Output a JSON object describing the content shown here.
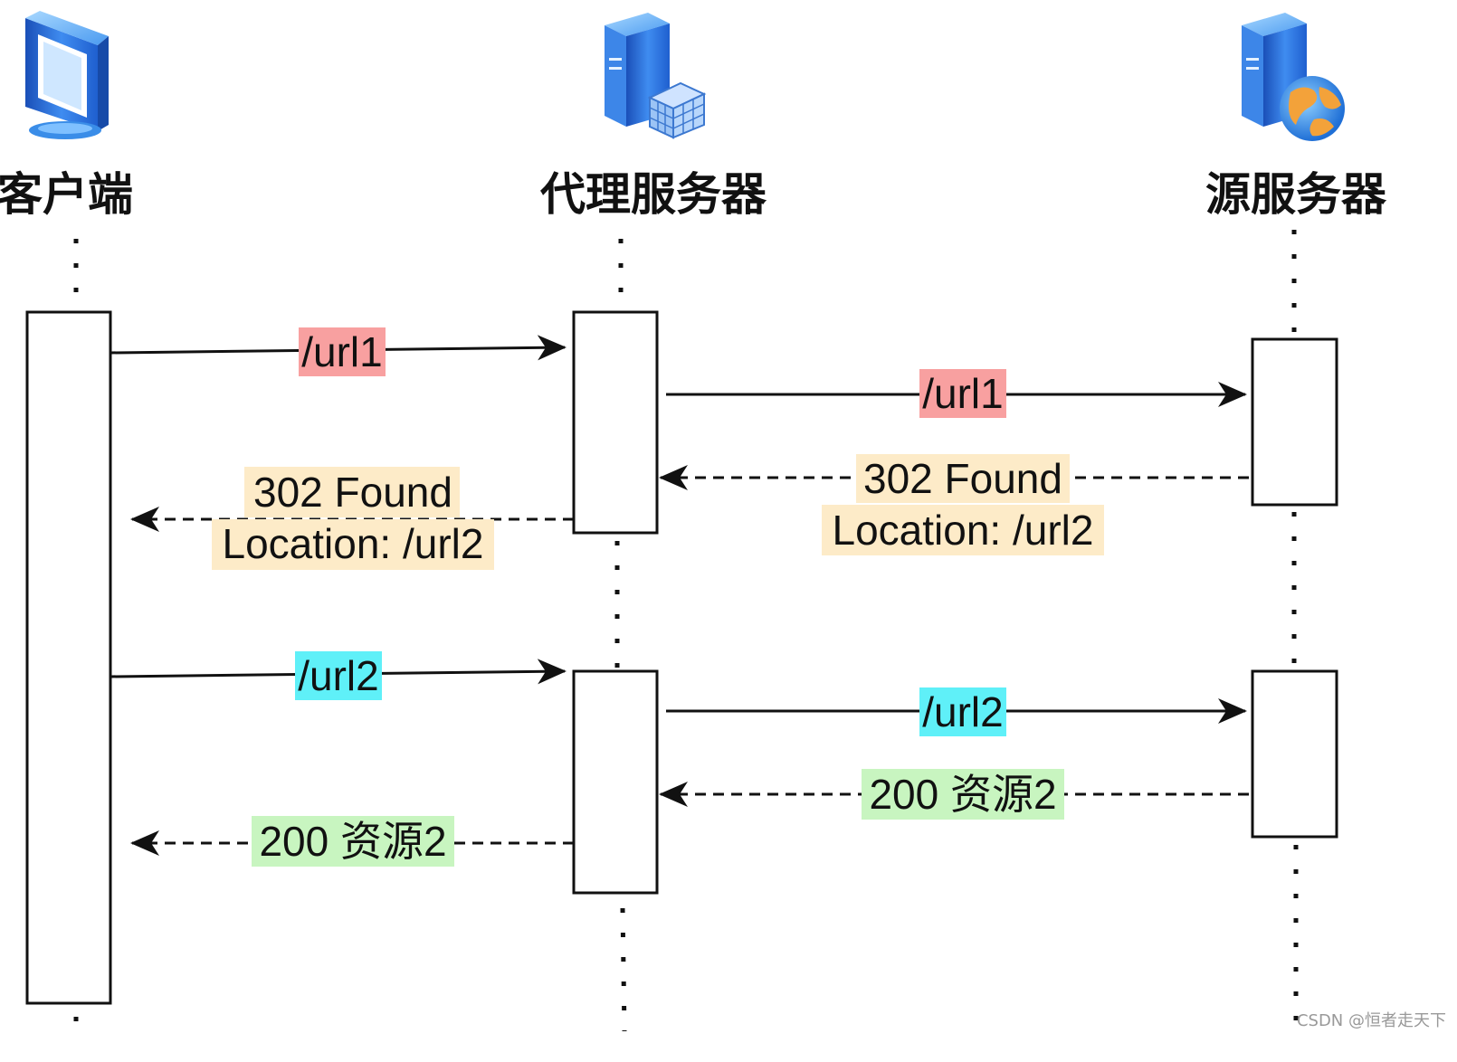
{
  "participants": {
    "client": {
      "label": "客户端",
      "icon": "monitor-icon"
    },
    "proxy": {
      "label": "代理服务器",
      "icon": "proxy-server-icon"
    },
    "origin": {
      "label": "源服务器",
      "icon": "web-server-icon"
    }
  },
  "messages": {
    "m1": {
      "text": "/url1",
      "bg": "#f8a0a0"
    },
    "m2": {
      "text": "/url1",
      "bg": "#f8a0a0"
    },
    "m3": {
      "line1": "302 Found",
      "line2": "Location: /url2",
      "bg": "#fdebc8"
    },
    "m4": {
      "line1": "302 Found",
      "line2": "Location: /url2",
      "bg": "#fdebc8"
    },
    "m5": {
      "text": "/url2",
      "bg": "#5ff0f8"
    },
    "m6": {
      "text": "/url2",
      "bg": "#5ff0f8"
    },
    "m7": {
      "text": "200 资源2",
      "bg": "#c8f5c0"
    },
    "m8": {
      "text": "200 资源2",
      "bg": "#c8f5c0"
    }
  },
  "watermark": "CSDN @恒者走天下"
}
